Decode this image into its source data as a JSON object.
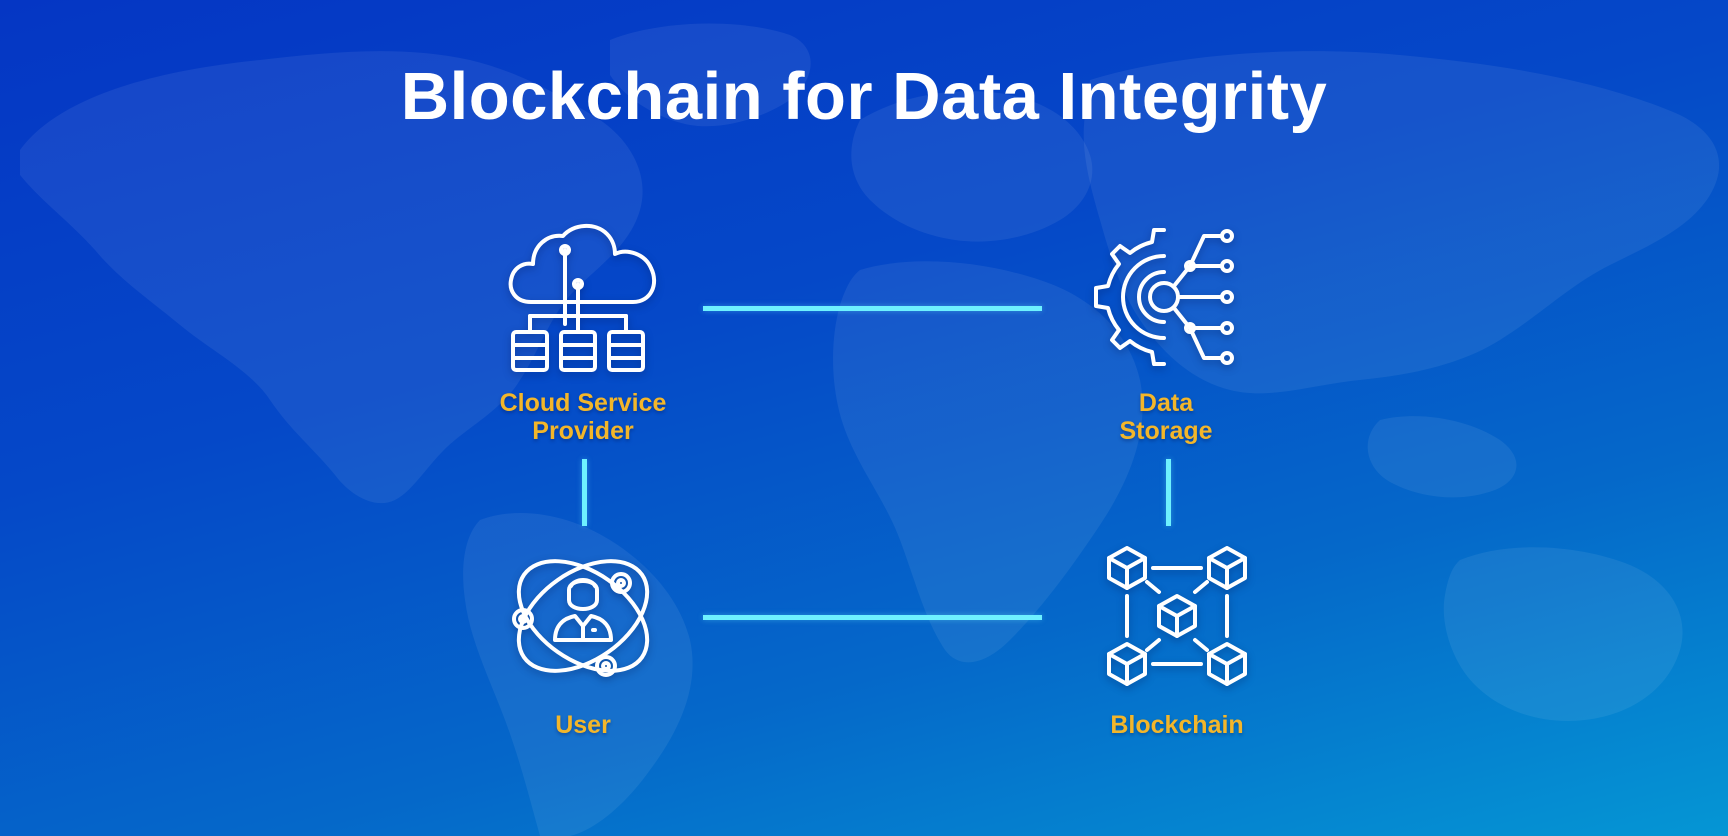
{
  "title": "Blockchain for Data Integrity",
  "colors": {
    "background_top": "#0536c4",
    "background_bottom": "#0596d4",
    "title": "#ffffff",
    "label": "#f3b62a",
    "connector": "#6ef1ff",
    "icon_stroke": "#ffffff"
  },
  "nodes": [
    {
      "id": "cloud_service_provider",
      "label": "Cloud Service\nProvider",
      "icon": "cloud-server-icon"
    },
    {
      "id": "data_storage",
      "label": "Data\nStorage",
      "icon": "gear-circuit-icon"
    },
    {
      "id": "user",
      "label": "User",
      "icon": "user-orbit-icon"
    },
    {
      "id": "blockchain",
      "label": "Blockchain",
      "icon": "blockchain-cubes-icon"
    }
  ],
  "edges": [
    {
      "from": "cloud_service_provider",
      "to": "data_storage"
    },
    {
      "from": "cloud_service_provider",
      "to": "user"
    },
    {
      "from": "data_storage",
      "to": "blockchain"
    },
    {
      "from": "user",
      "to": "blockchain"
    }
  ]
}
